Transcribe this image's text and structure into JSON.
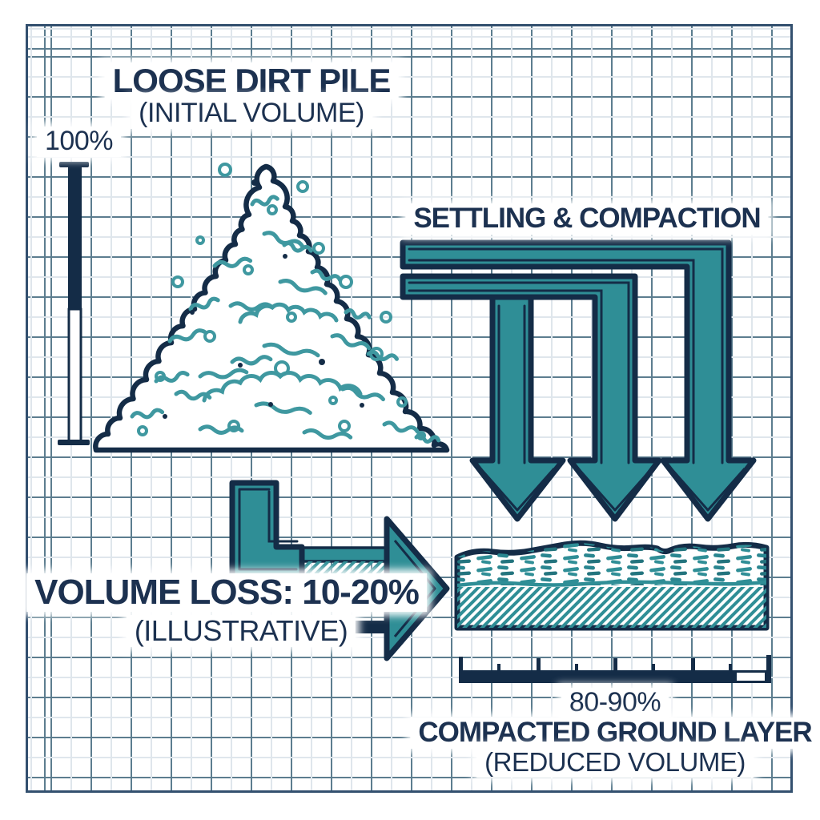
{
  "pile": {
    "title": "LOOSE DIRT PILE",
    "subtitle": "(INITIAL VOLUME)",
    "gauge_label": "100%"
  },
  "settling": {
    "title": "SETTLING & COMPACTION"
  },
  "volume_loss": {
    "title": "VOLUME LOSS: 10-20%",
    "subtitle": "(ILLUSTRATIVE)"
  },
  "compacted_layer": {
    "scale_label": "80-90%",
    "title": "COMPACTED GROUND LAYER",
    "subtitle": "(REDUCED VOLUME)"
  },
  "colors": {
    "navy": "#142c47",
    "ink": "#1c3150",
    "teal": "#2f8e96",
    "teal2": "#3f98a0",
    "grid_major": "#5c7d8f",
    "grid_minor": "#dfe6ec",
    "frame": "#33506f",
    "paper": "#ffffff"
  }
}
